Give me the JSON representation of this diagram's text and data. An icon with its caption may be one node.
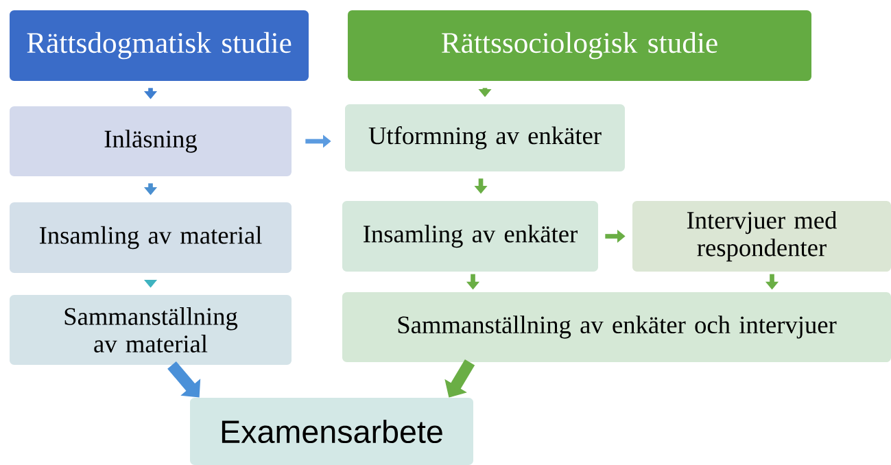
{
  "diagram": {
    "nodes": [
      {
        "text": [
          "Rättsdogmatisk studie"
        ]
      },
      {
        "text": [
          "Rättssociologisk studie"
        ]
      },
      {
        "text": [
          "Inläsning"
        ]
      },
      {
        "text": [
          "Utformning av enkäter"
        ]
      },
      {
        "text": [
          "Insamling av material"
        ]
      },
      {
        "text": [
          "Insamling av enkäter"
        ]
      },
      {
        "text": [
          "Intervjuer med respondenter"
        ]
      },
      {
        "text": [
          "Sammanställning av material"
        ]
      },
      {
        "text": [
          "Sammanställning av enkäter och intervjuer"
        ]
      },
      {
        "text": [
          "Examensarbete"
        ]
      }
    ],
    "edges": [
      {
        "from": 0,
        "to": 2,
        "arrow": "to",
        "color": "#3f7fd0"
      },
      {
        "from": 1,
        "to": 3,
        "arrow": "to"
      },
      {
        "from": 2,
        "to": 3,
        "arrow": "to",
        "color": "#5b9be0"
      },
      {
        "from": 2,
        "to": 4,
        "arrow": "to",
        "color": "#4a8fd0"
      },
      {
        "from": 3,
        "to": 5,
        "arrow": "to"
      },
      {
        "from": 5,
        "to": 6,
        "arrow": "to"
      },
      {
        "from": 4,
        "to": 7,
        "arrow": "to",
        "color": "#3fb3c0"
      },
      {
        "from": 5,
        "to": 8,
        "arrow": "to"
      },
      {
        "from": 6,
        "to": 8,
        "arrow": "to"
      },
      {
        "from": 7,
        "to": 9,
        "arrow": "to",
        "color": "#4a90d8",
        "style": "thick"
      },
      {
        "from": 8,
        "to": 9,
        "arrow": "to",
        "style": "thick"
      }
    ]
  }
}
